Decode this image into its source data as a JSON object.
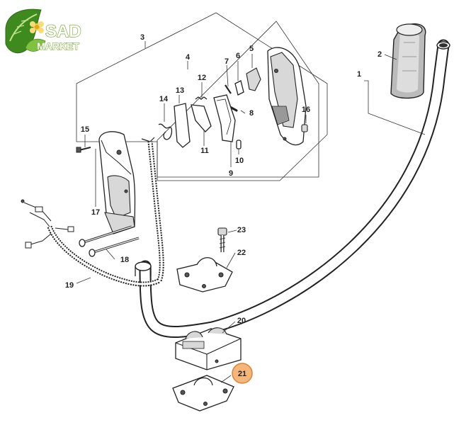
{
  "logo": {
    "line1": "SAD",
    "line2": "MARKET",
    "colors": {
      "leaf_dark": "#3f8a1f",
      "leaf_light": "#7fc241",
      "flower": "#f2c94c"
    }
  },
  "highlight": {
    "part": "21",
    "color": "#f4b67a",
    "stroke": "#d9823a"
  },
  "callouts": [
    {
      "id": "1",
      "text": "1"
    },
    {
      "id": "2",
      "text": "2"
    },
    {
      "id": "3",
      "text": "3"
    },
    {
      "id": "4",
      "text": "4"
    },
    {
      "id": "5",
      "text": "5"
    },
    {
      "id": "6",
      "text": "6"
    },
    {
      "id": "7",
      "text": "7"
    },
    {
      "id": "8",
      "text": "8"
    },
    {
      "id": "9",
      "text": "9"
    },
    {
      "id": "10",
      "text": "10"
    },
    {
      "id": "11",
      "text": "11"
    },
    {
      "id": "12",
      "text": "12"
    },
    {
      "id": "13",
      "text": "13"
    },
    {
      "id": "14",
      "text": "14"
    },
    {
      "id": "15",
      "text": "15"
    },
    {
      "id": "16",
      "text": "16"
    },
    {
      "id": "17",
      "text": "17"
    },
    {
      "id": "18",
      "text": "18"
    },
    {
      "id": "19",
      "text": "19"
    },
    {
      "id": "20",
      "text": "20"
    },
    {
      "id": "21",
      "text": "21"
    },
    {
      "id": "22",
      "text": "22"
    },
    {
      "id": "23",
      "text": "23"
    }
  ]
}
